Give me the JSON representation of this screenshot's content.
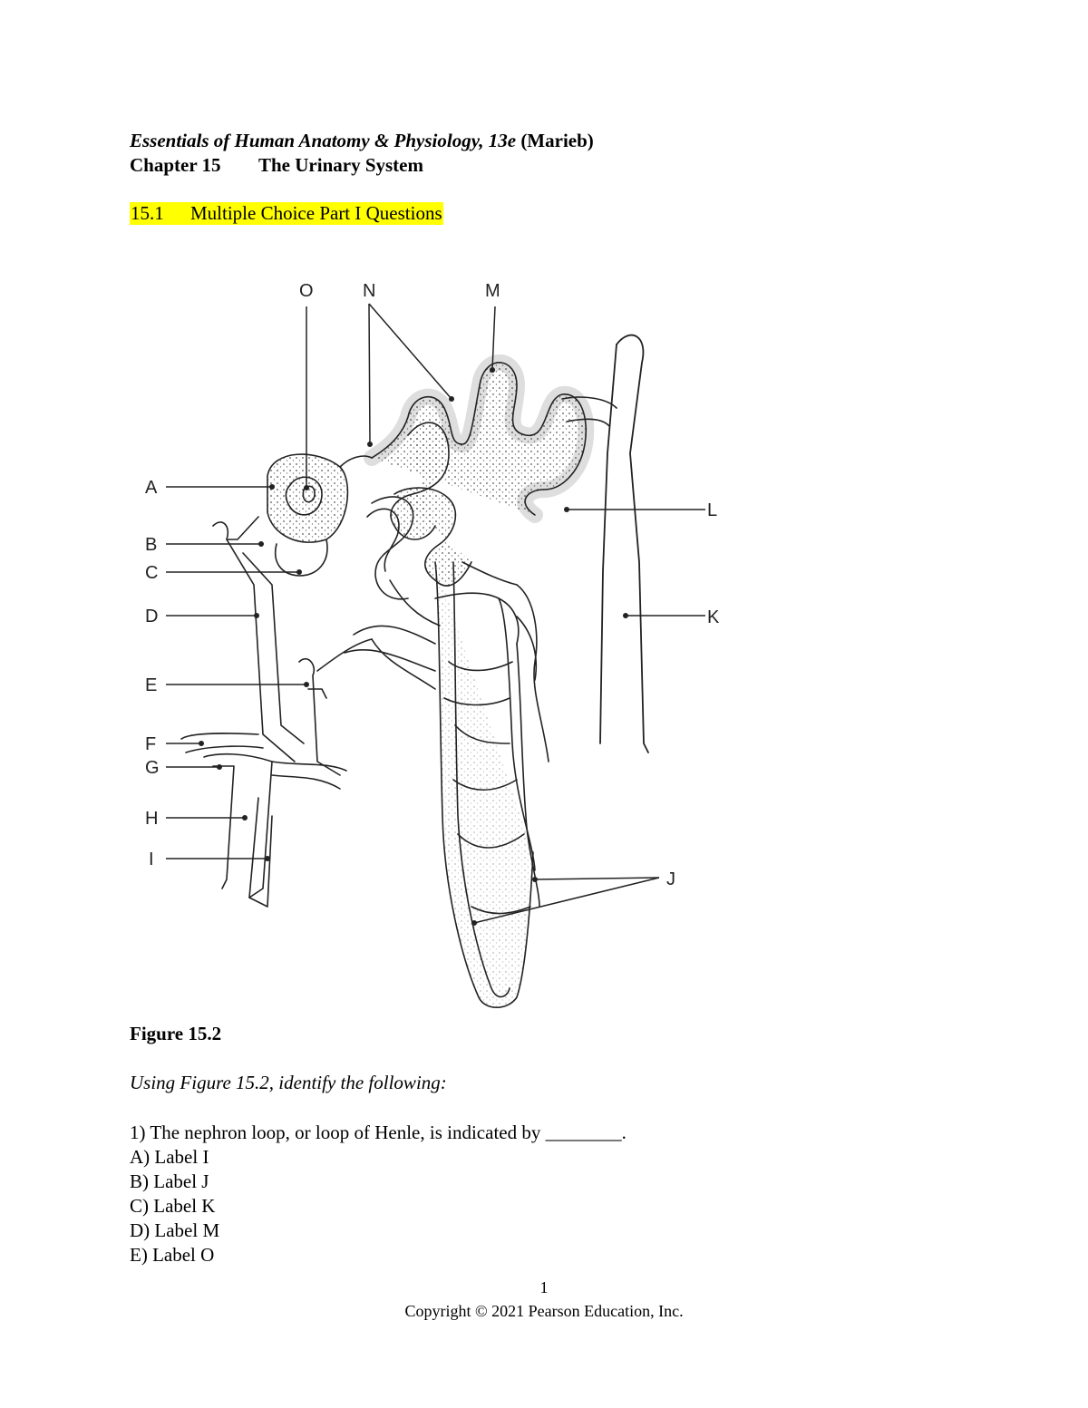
{
  "header": {
    "book_title_italic": "Essentials of Human Anatomy & Physiology, 13e",
    "book_author": " (Marieb)",
    "chapter_number": "Chapter 15",
    "chapter_title": "The Urinary System",
    "section_number": "15.1",
    "section_title": "Multiple Choice Part I Questions"
  },
  "figure": {
    "labels": [
      "A",
      "B",
      "C",
      "D",
      "E",
      "F",
      "G",
      "H",
      "I",
      "J",
      "K",
      "L",
      "M",
      "N",
      "O"
    ],
    "caption": "Figure 15.2"
  },
  "instructions": "Using Figure 15.2, identify the following:",
  "question": {
    "text": "1) The nephron loop, or loop of Henle, is indicated by ________.",
    "choices": [
      "A) Label I",
      "B) Label J",
      "C) Label K",
      "D) Label M",
      "E) Label O"
    ]
  },
  "footer": {
    "page_number": "1",
    "copyright": "Copyright © 2021 Pearson Education, Inc."
  }
}
